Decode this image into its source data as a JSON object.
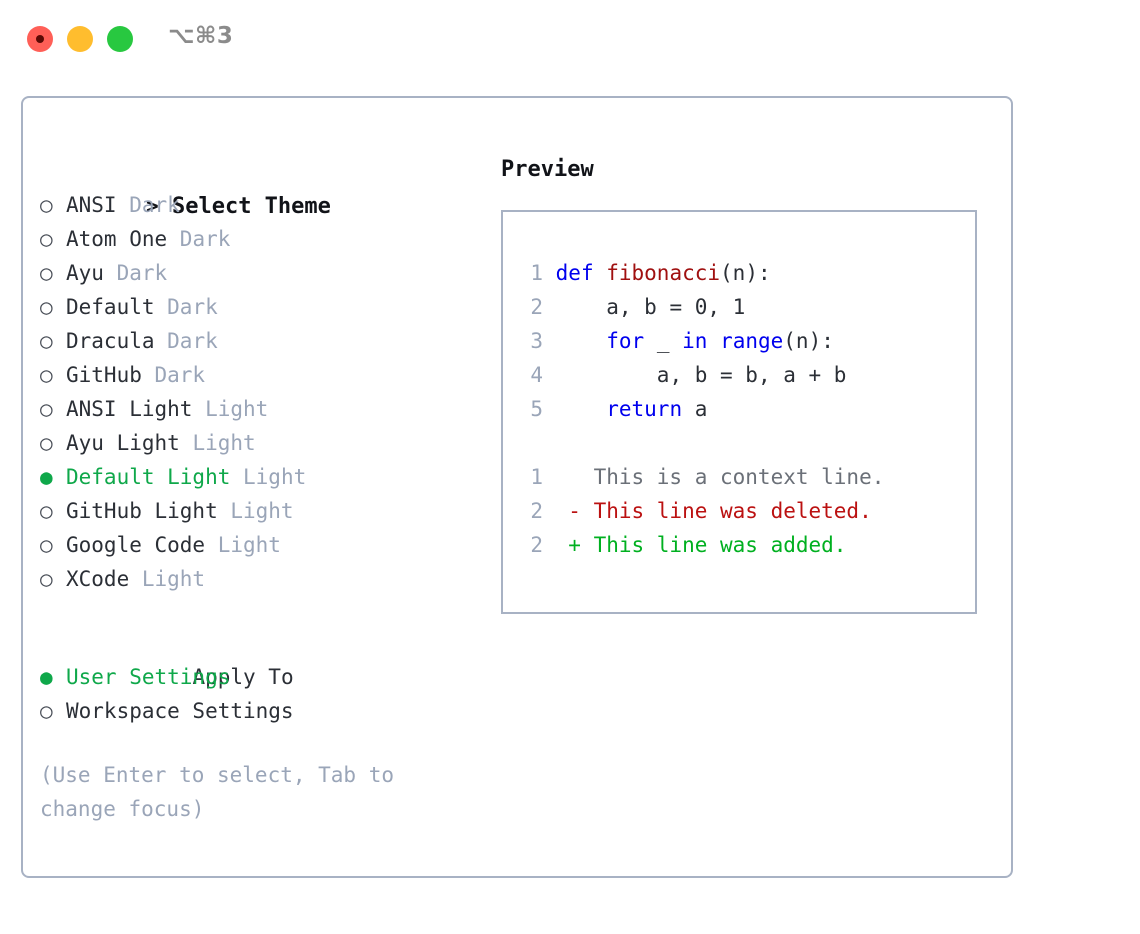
{
  "titlebar": {
    "shortcut": "⌥⌘3",
    "traffic_lights": [
      {
        "name": "close",
        "color": "#ff5f57"
      },
      {
        "name": "minimize",
        "color": "#ffbd2e"
      },
      {
        "name": "maximize",
        "color": "#28c840"
      }
    ]
  },
  "theme_picker": {
    "header_marker": ">",
    "header_label": "Select Theme",
    "bullet_unselected": "○",
    "bullet_selected": "●",
    "items": [
      {
        "name": "ANSI",
        "tag": "Dark",
        "selected": false
      },
      {
        "name": "Atom One",
        "tag": "Dark",
        "selected": false
      },
      {
        "name": "Ayu",
        "tag": "Dark",
        "selected": false
      },
      {
        "name": "Default",
        "tag": "Dark",
        "selected": false
      },
      {
        "name": "Dracula",
        "tag": "Dark",
        "selected": false
      },
      {
        "name": "GitHub",
        "tag": "Dark",
        "selected": false
      },
      {
        "name": "ANSI Light",
        "tag": "Light",
        "selected": false
      },
      {
        "name": "Ayu Light",
        "tag": "Light",
        "selected": false
      },
      {
        "name": "Default Light",
        "tag": "Light",
        "selected": true
      },
      {
        "name": "GitHub Light",
        "tag": "Light",
        "selected": false
      },
      {
        "name": "Google Code",
        "tag": "Light",
        "selected": false
      },
      {
        "name": "XCode",
        "tag": "Light",
        "selected": false
      }
    ]
  },
  "apply_to": {
    "header_label": "Apply To",
    "items": [
      {
        "name": "User Settings",
        "selected": true
      },
      {
        "name": "Workspace Settings",
        "selected": false
      }
    ]
  },
  "hint": {
    "text": "(Use Enter to select, Tab to change focus)"
  },
  "preview": {
    "title": "Preview",
    "code": [
      {
        "lineno": "1",
        "tokens": [
          {
            "t": "def ",
            "c": "kw"
          },
          {
            "t": "fibonacci",
            "c": "fn"
          },
          {
            "t": "(n):",
            "c": "pl"
          }
        ]
      },
      {
        "lineno": "2",
        "tokens": [
          {
            "t": "    a, b = 0, 1",
            "c": "pl"
          }
        ]
      },
      {
        "lineno": "3",
        "tokens": [
          {
            "t": "    ",
            "c": "pl"
          },
          {
            "t": "for",
            "c": "kw"
          },
          {
            "t": " _ ",
            "c": "pl"
          },
          {
            "t": "in",
            "c": "kw"
          },
          {
            "t": " ",
            "c": "pl"
          },
          {
            "t": "range",
            "c": "kw"
          },
          {
            "t": "(n):",
            "c": "pl"
          }
        ]
      },
      {
        "lineno": "4",
        "tokens": [
          {
            "t": "        a, b = b, a + b",
            "c": "pl"
          }
        ]
      },
      {
        "lineno": "5",
        "tokens": [
          {
            "t": "    ",
            "c": "pl"
          },
          {
            "t": "return",
            "c": "kw"
          },
          {
            "t": " a",
            "c": "pl"
          }
        ]
      }
    ],
    "diff": [
      {
        "lineno": "1",
        "sign": "  ",
        "text": "This is a context line.",
        "kind": "ctx"
      },
      {
        "lineno": "2",
        "sign": "- ",
        "text": "This line was deleted.",
        "kind": "del"
      },
      {
        "lineno": "2",
        "sign": "+ ",
        "text": "This line was added.",
        "kind": "add"
      }
    ]
  },
  "colors": {
    "accent_green": "#0fa84a",
    "border": "#a8b2c4",
    "muted": "#9aa5b8",
    "keyword_blue": "#0000ee",
    "function_red": "#a01010",
    "diff_deleted": "#bb1111",
    "diff_added": "#00b020"
  }
}
